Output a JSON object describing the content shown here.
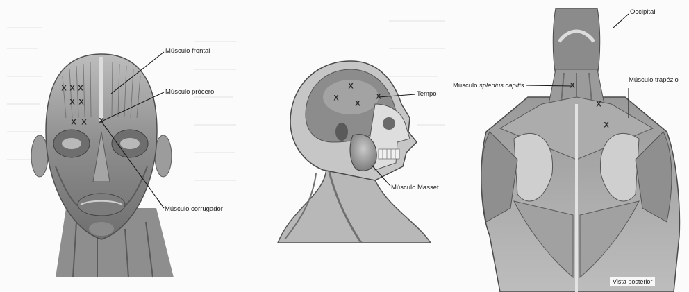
{
  "figures": {
    "face": {
      "labels": {
        "frontal": "Músculo frontal",
        "procero": "Músculo prócero",
        "corrugador": "Músculo corrugador"
      }
    },
    "profile": {
      "labels": {
        "temporal": "Tempo",
        "masseter": "Músculo Masset"
      }
    },
    "back": {
      "labels": {
        "occipital": "Occipital",
        "splenius_prefix": "Músculo",
        "splenius_italic": "splenius capitis",
        "trapezio": "Músculo trapézio"
      },
      "caption": "Vista posterior"
    },
    "point_marker": "X"
  },
  "colors": {
    "ink": "#1b1b1b",
    "skin_dark": "#7a7a7a",
    "skin_mid": "#a9a9a9",
    "skin_light": "#d6d6d6"
  }
}
